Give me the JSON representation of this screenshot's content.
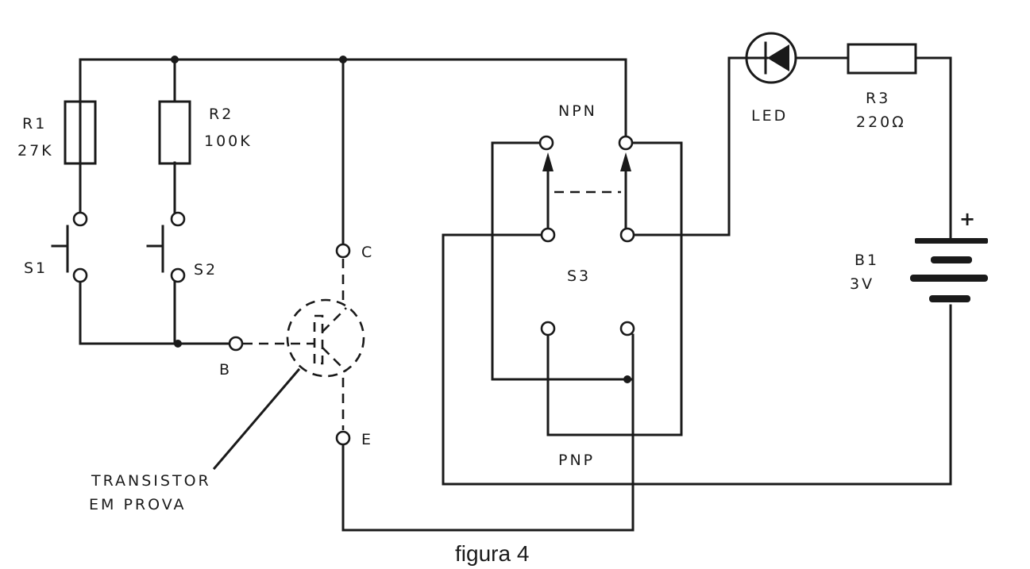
{
  "labels": {
    "r1_name": "R1",
    "r1_value": "27K",
    "r2_name": "R2",
    "r2_value": "100K",
    "s1": "S1",
    "s2": "S2",
    "s3": "S3",
    "terminal_c": "C",
    "terminal_b": "B",
    "terminal_e": "E",
    "npn": "NPN",
    "pnp": "PNP",
    "led": "LED",
    "r3_name": "R3",
    "r3_value": "220Ω",
    "b1_name": "B1",
    "b1_value": "3V",
    "battery_plus": "+",
    "transistor_line1": "TRANSISTOR",
    "transistor_line2": "EM PROVA"
  },
  "caption": "figura 4",
  "colors": {
    "ink": "#1a1a1a",
    "paper": "#ffffff"
  }
}
